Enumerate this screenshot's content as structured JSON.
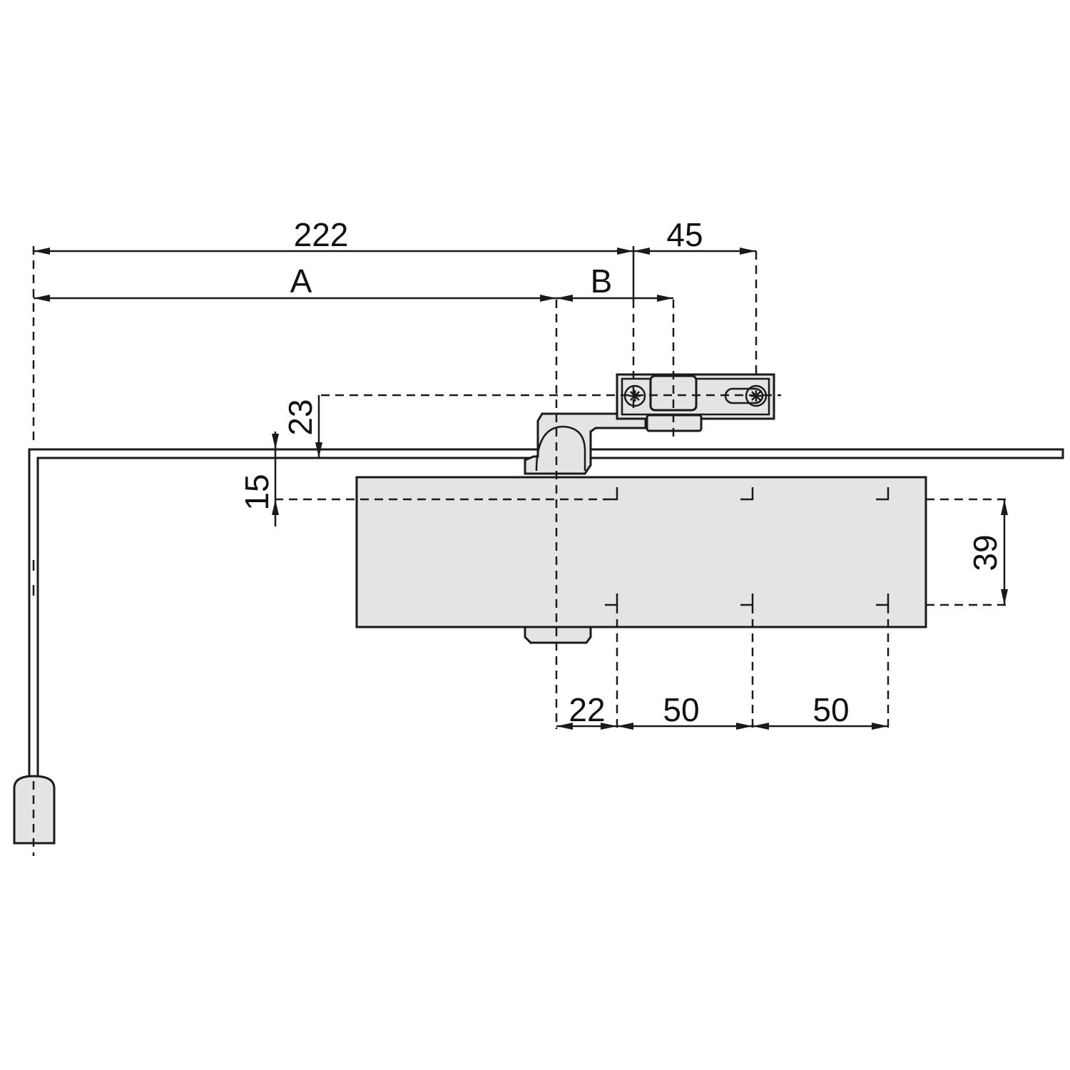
{
  "dimensions": {
    "overall_length": "222",
    "plate_length": "45",
    "dim_a": "A",
    "dim_b": "B",
    "arm_height": "23",
    "door_offset": "15",
    "hole_vertical": "39",
    "hole_offset": "22",
    "hole_spacing_1": "50",
    "hole_spacing_2": "50"
  },
  "colors": {
    "line": "#1a1a1a",
    "part_fill": "#e4e4e4",
    "background": "#ffffff"
  }
}
